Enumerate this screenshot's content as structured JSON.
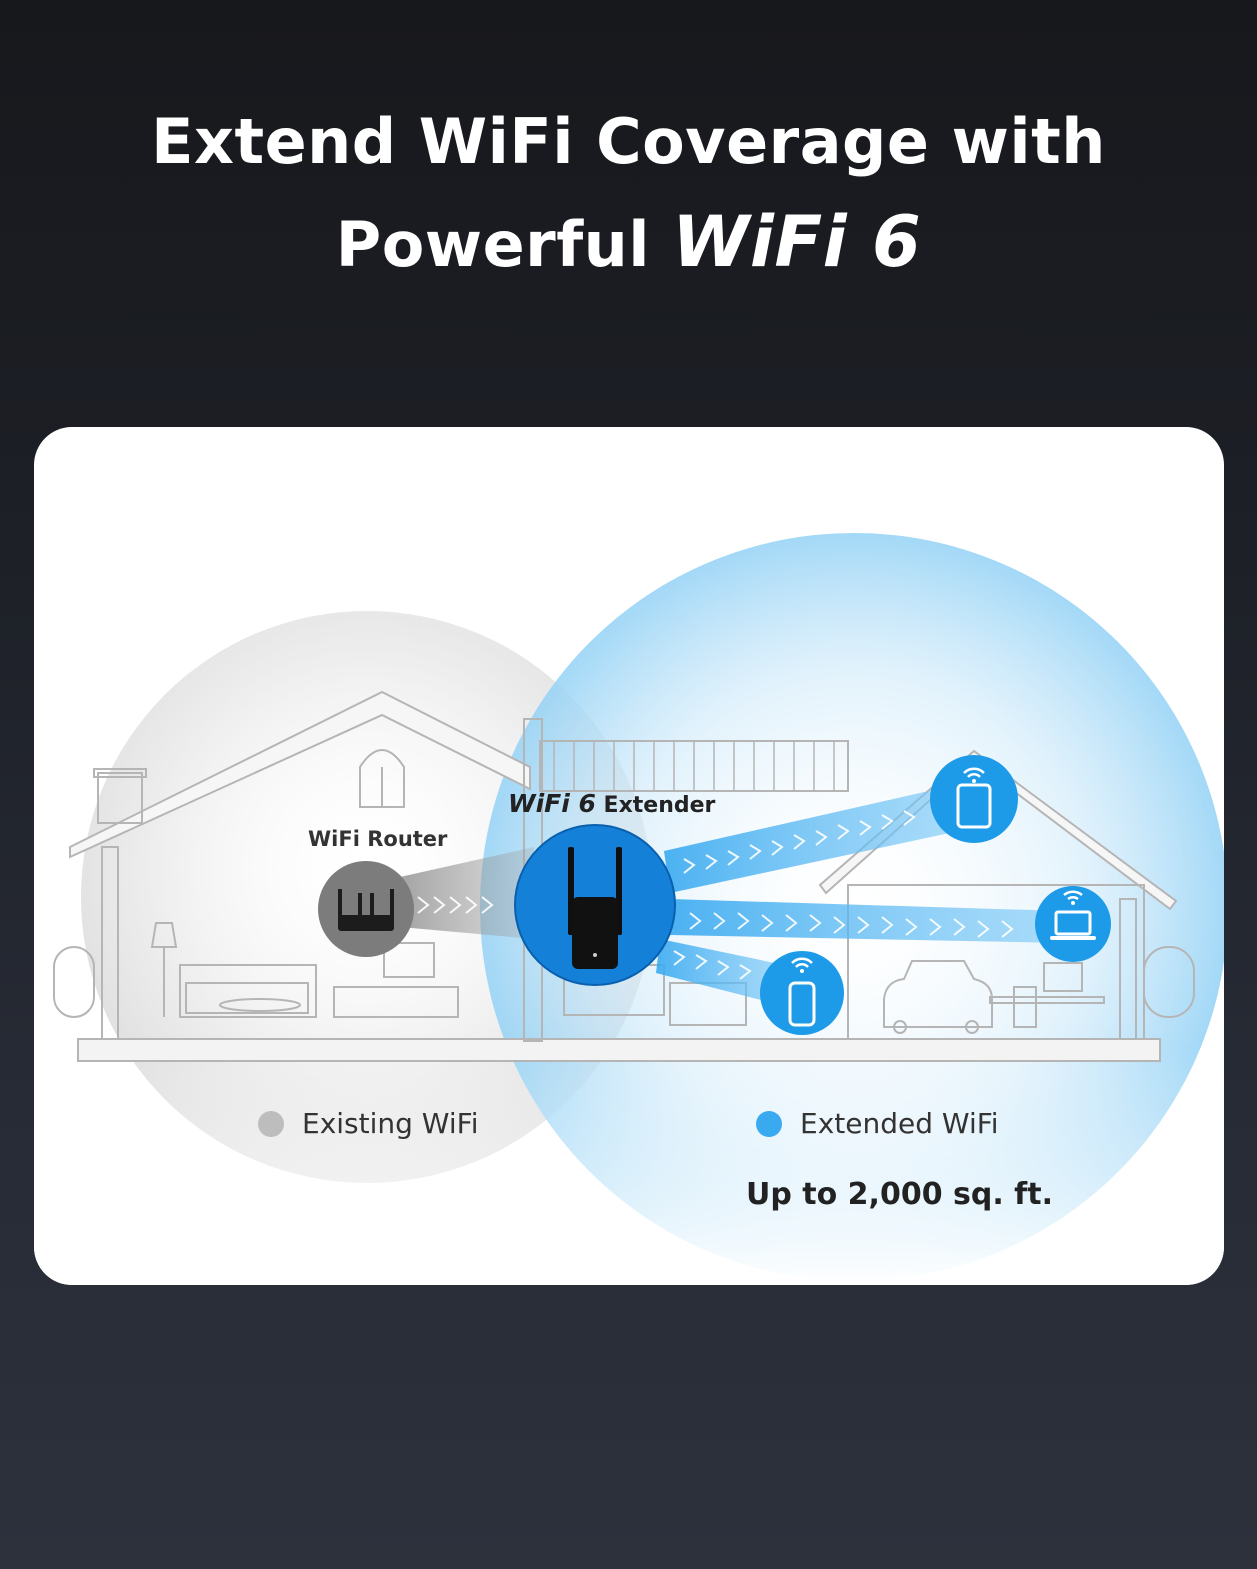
{
  "headline": {
    "line1": "Extend WiFi Coverage with",
    "line2_prefix": "Powerful ",
    "line2_emphasis": "WiFi 6"
  },
  "diagram": {
    "router_label": "WiFi Router",
    "extender_label_emphasis": "WiFi 6",
    "extender_label_suffix": " Extender",
    "devices": [
      "tablet",
      "laptop",
      "phone"
    ]
  },
  "legend": {
    "existing_label": "Existing WiFi",
    "extended_label": "Extended WiFi",
    "existing_color": "#bdbdbd",
    "extended_color": "#3aaaf0"
  },
  "coverage_text": "Up to 2,000 sq. ft.",
  "colors": {
    "accent_blue": "#1e9be8",
    "background_dark": "#1d2027"
  }
}
